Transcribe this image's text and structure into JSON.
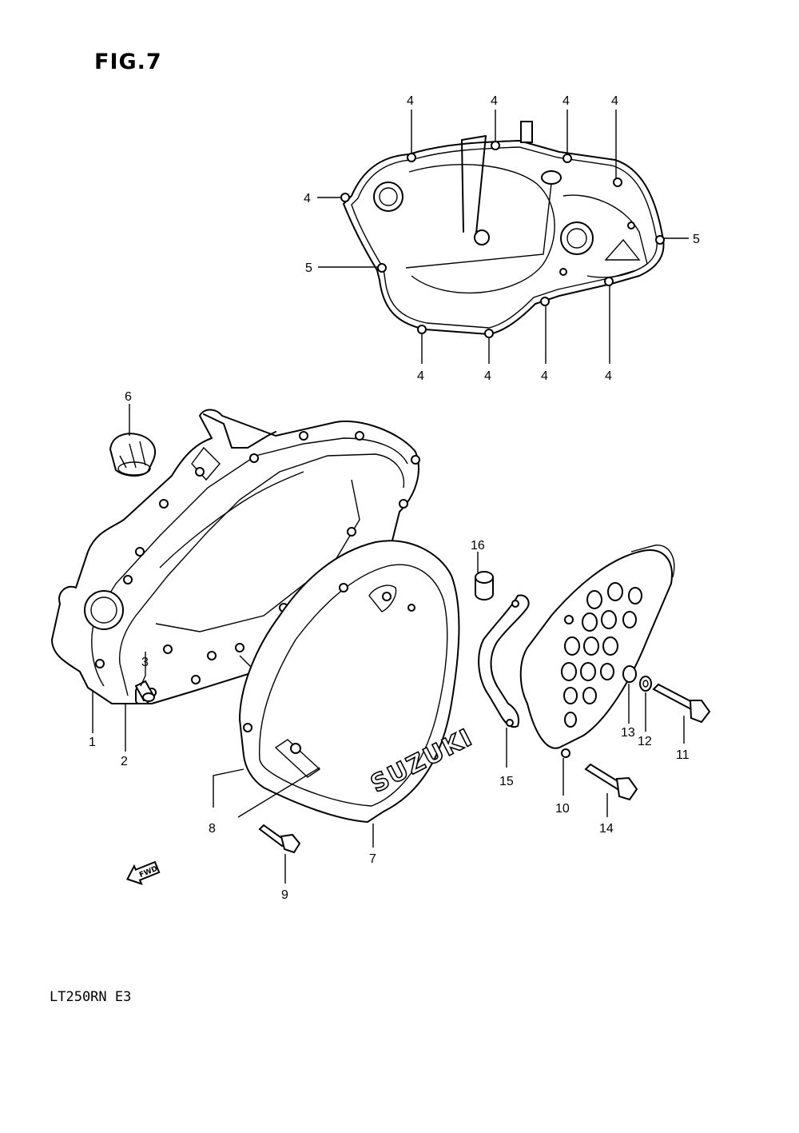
{
  "figure_title": "FIG.7",
  "model_code": "LT250RN  E3",
  "brand_logo": "SUZUKI",
  "fwd_marker": "FWD",
  "callouts": [
    "1",
    "2",
    "3",
    "4",
    "5",
    "6",
    "7",
    "8",
    "9",
    "10",
    "11",
    "12",
    "13",
    "14",
    "15",
    "16"
  ]
}
